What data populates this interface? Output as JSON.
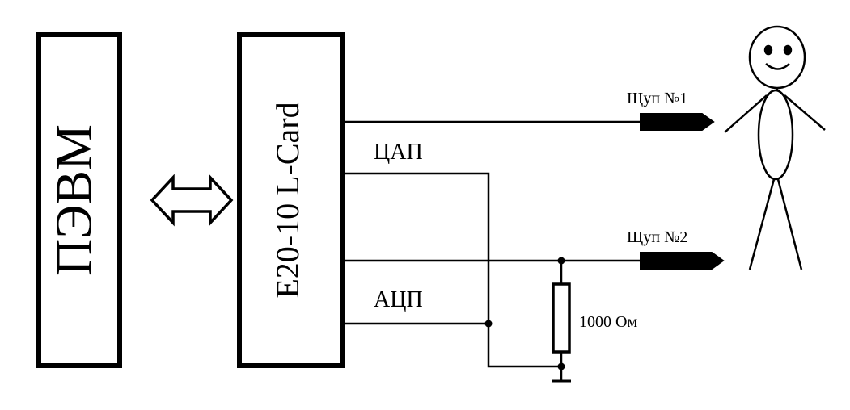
{
  "diagram": {
    "blocks": {
      "computer": "ПЭВМ",
      "daq_board": "E20-10 L-Card"
    },
    "labels": {
      "dac": "ЦАП",
      "adc": "АЦП",
      "resistor": "1000 Ом",
      "probe1": "Щуп №1",
      "probe2": "Щуп №2"
    },
    "icons": {
      "link_arrow": "double-arrow-icon",
      "ground": "ground-icon",
      "person": "person-icon"
    },
    "colors": {
      "ink": "#000000",
      "background": "#ffffff"
    }
  }
}
